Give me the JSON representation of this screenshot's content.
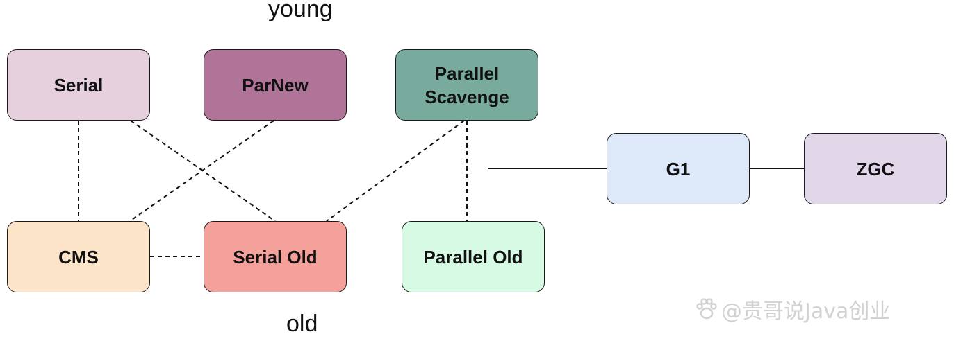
{
  "labels": {
    "top": "young",
    "bottom": "old"
  },
  "collectors": {
    "serial": {
      "name": "Serial",
      "fill": "#e6d0de"
    },
    "parnew": {
      "name": "ParNew",
      "fill": "#b07498"
    },
    "parallel_scav": {
      "name": "Parallel\nScavenge",
      "fill": "#78aa9d"
    },
    "cms": {
      "name": "CMS",
      "fill": "#fbe4c8"
    },
    "serial_old": {
      "name": "Serial Old",
      "fill": "#f4a19c"
    },
    "parallel_old": {
      "name": "Parallel Old",
      "fill": "#d6fae4"
    },
    "g1": {
      "name": "G1",
      "fill": "#dde8f8"
    },
    "zgc": {
      "name": "ZGC",
      "fill": "#e2d6e9"
    }
  },
  "watermark": {
    "text": "@贵哥说Java创业",
    "icon": "paw-icon"
  }
}
